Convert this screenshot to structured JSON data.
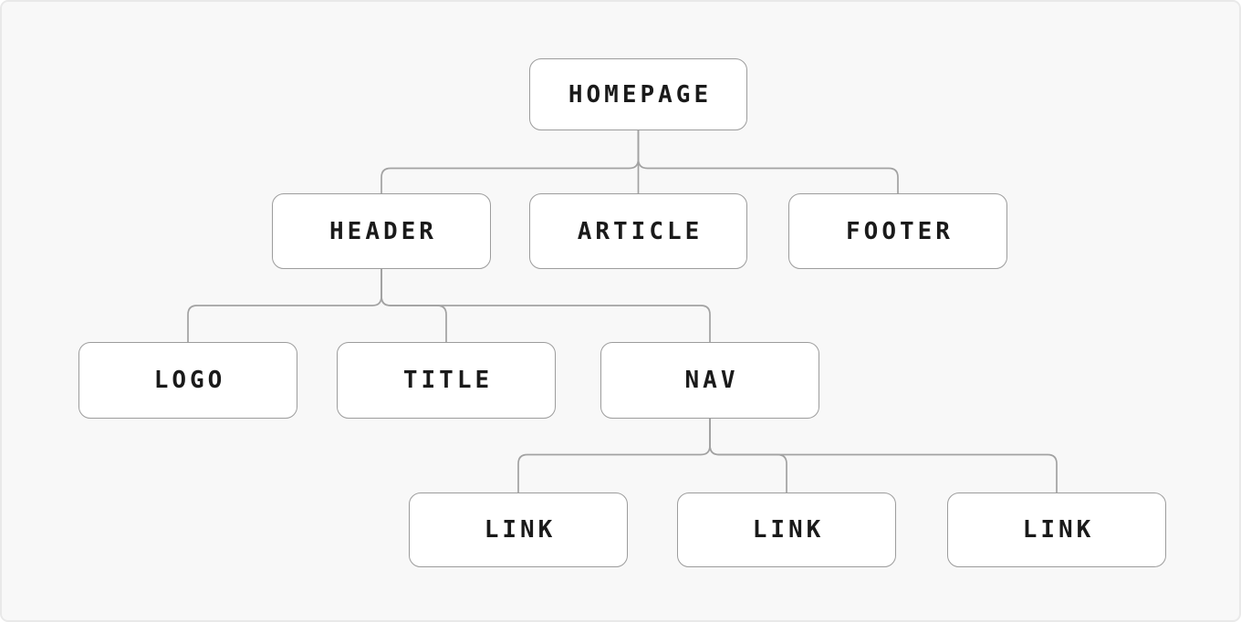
{
  "diagram": {
    "type": "tree",
    "description": "Sitemap / document-structure tree diagram",
    "nodes": {
      "homepage": {
        "label": "HOMEPAGE"
      },
      "header": {
        "label": "HEADER"
      },
      "article": {
        "label": "ARTICLE"
      },
      "footer": {
        "label": "FOOTER"
      },
      "logo": {
        "label": "LOGO"
      },
      "title": {
        "label": "TITLE"
      },
      "nav": {
        "label": "NAV"
      },
      "link1": {
        "label": "LINK"
      },
      "link2": {
        "label": "LINK"
      },
      "link3": {
        "label": "LINK"
      }
    },
    "edges": [
      [
        "homepage",
        "header"
      ],
      [
        "homepage",
        "article"
      ],
      [
        "homepage",
        "footer"
      ],
      [
        "header",
        "logo"
      ],
      [
        "header",
        "title"
      ],
      [
        "header",
        "nav"
      ],
      [
        "nav",
        "link1"
      ],
      [
        "nav",
        "link2"
      ],
      [
        "nav",
        "link3"
      ]
    ],
    "colors": {
      "background": "#f8f8f8",
      "frame_border": "#e9e9e9",
      "node_fill": "#ffffff",
      "node_border": "#9c9c9c",
      "connector": "#a2a2a2",
      "text": "#1a1a1a"
    }
  }
}
